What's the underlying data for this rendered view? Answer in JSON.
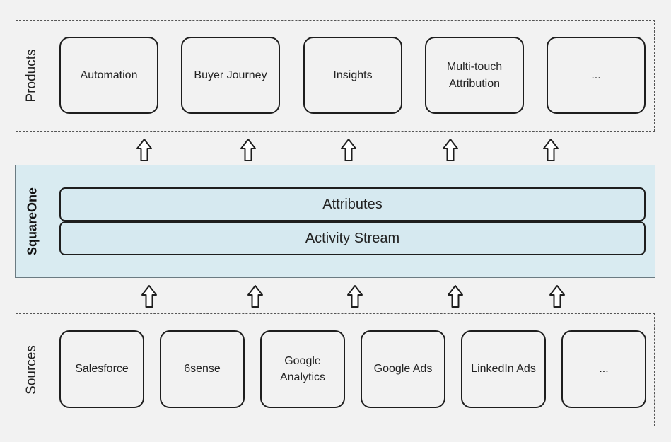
{
  "products": {
    "label": "Products",
    "items": [
      "Automation",
      "Buyer Journey",
      "Insights",
      "Multi-touch Attribution",
      "..."
    ]
  },
  "squareone": {
    "label": "SquareOne",
    "layers": [
      "Attributes",
      "Activity Stream"
    ],
    "panel_color": "#d9ebf1"
  },
  "sources": {
    "label": "Sources",
    "items": [
      "Salesforce",
      "6sense",
      "Google Analytics",
      "Google Ads",
      "LinkedIn Ads",
      "..."
    ]
  },
  "arrows": {
    "icon": "up-arrow-icon"
  }
}
